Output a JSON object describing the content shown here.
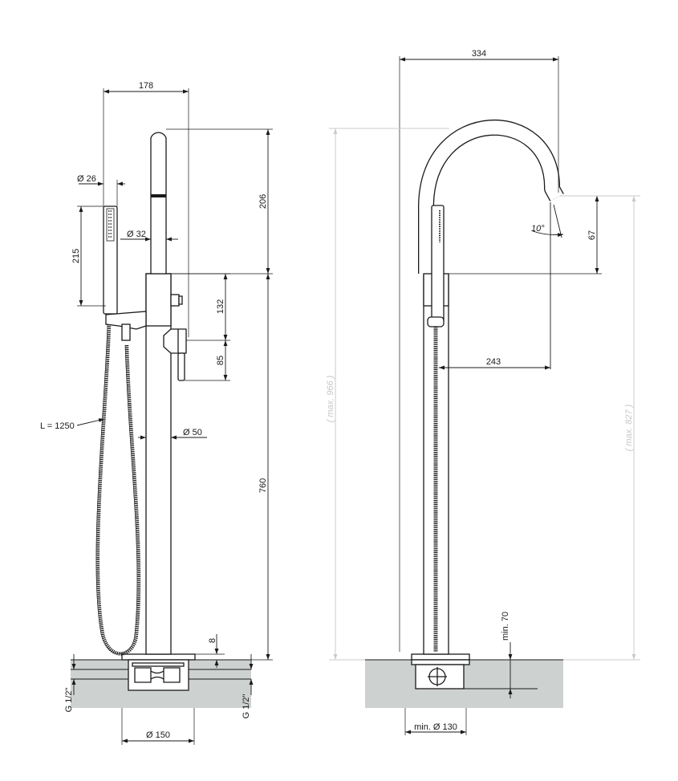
{
  "dimensions": {
    "width_178": "178",
    "dia_26": "Ø 26",
    "dia_32": "Ø 32",
    "len_215": "215",
    "len_206": "206",
    "len_132": "132",
    "len_85": "85",
    "hose_length": "L = 1250",
    "dia_50": "Ø 50",
    "len_760": "760",
    "len_8": "8",
    "thread_left": "G 1/2\"",
    "thread_right": "G 1/2\"",
    "dia_150": "Ø 150",
    "width_334": "334",
    "len_67": "67",
    "angle_10": "10°",
    "len_243": "243",
    "max_966": "( max. 966 )",
    "max_827": "( max. 827 )",
    "min_70": "min. 70",
    "min_dia_130": "min. Ø 130"
  },
  "colors": {
    "line": "#1a1a1a",
    "floor": "#cdd1cf",
    "max_dimension": "#c9cbcb"
  }
}
